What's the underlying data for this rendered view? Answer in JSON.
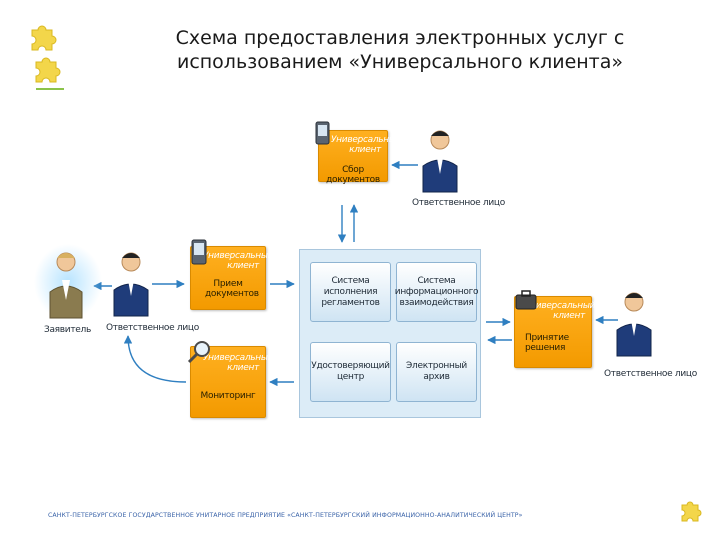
{
  "slide": {
    "title_line1": "Схема предоставления электронных услуг с",
    "title_line2": "использованием «Универсального клиента»",
    "footer": "САНКТ-ПЕТЕРБУРГСКОЕ ГОСУДАРСТВЕННОЕ УНИТАРНОЕ ПРЕДПРИЯТИЕ «САНКТ-ПЕТЕРБУРГСКИЙ ИНФОРМАЦИОННО-АНАЛИТИЧЕСКИЙ ЦЕНТР»"
  },
  "diagram": {
    "client_label": "Универсальный клиент",
    "boxes": {
      "documents": "Сбор документов",
      "reception": "Прием документов",
      "monitoring": "Мониторинг",
      "decision": "Принятие решения"
    },
    "center": {
      "regulations": "Система исполнения регламентов",
      "interaction": "Система информационного взаимодействия",
      "certificate": "Удостоверяющий центр",
      "archive": "Электронный архив"
    },
    "people": {
      "applicant": "Заявитель",
      "responsible_left": "Ответственное лицо",
      "responsible_top": "Ответственное лицо",
      "responsible_right": "Ответственное лицо"
    }
  },
  "colors": {
    "box_orange": "#f5a300",
    "arrow_blue": "#2f7fc1",
    "center_bg": "#dcecf7",
    "footer_text": "#3a63a8",
    "puzzle_yellow": "#f3d64a"
  }
}
